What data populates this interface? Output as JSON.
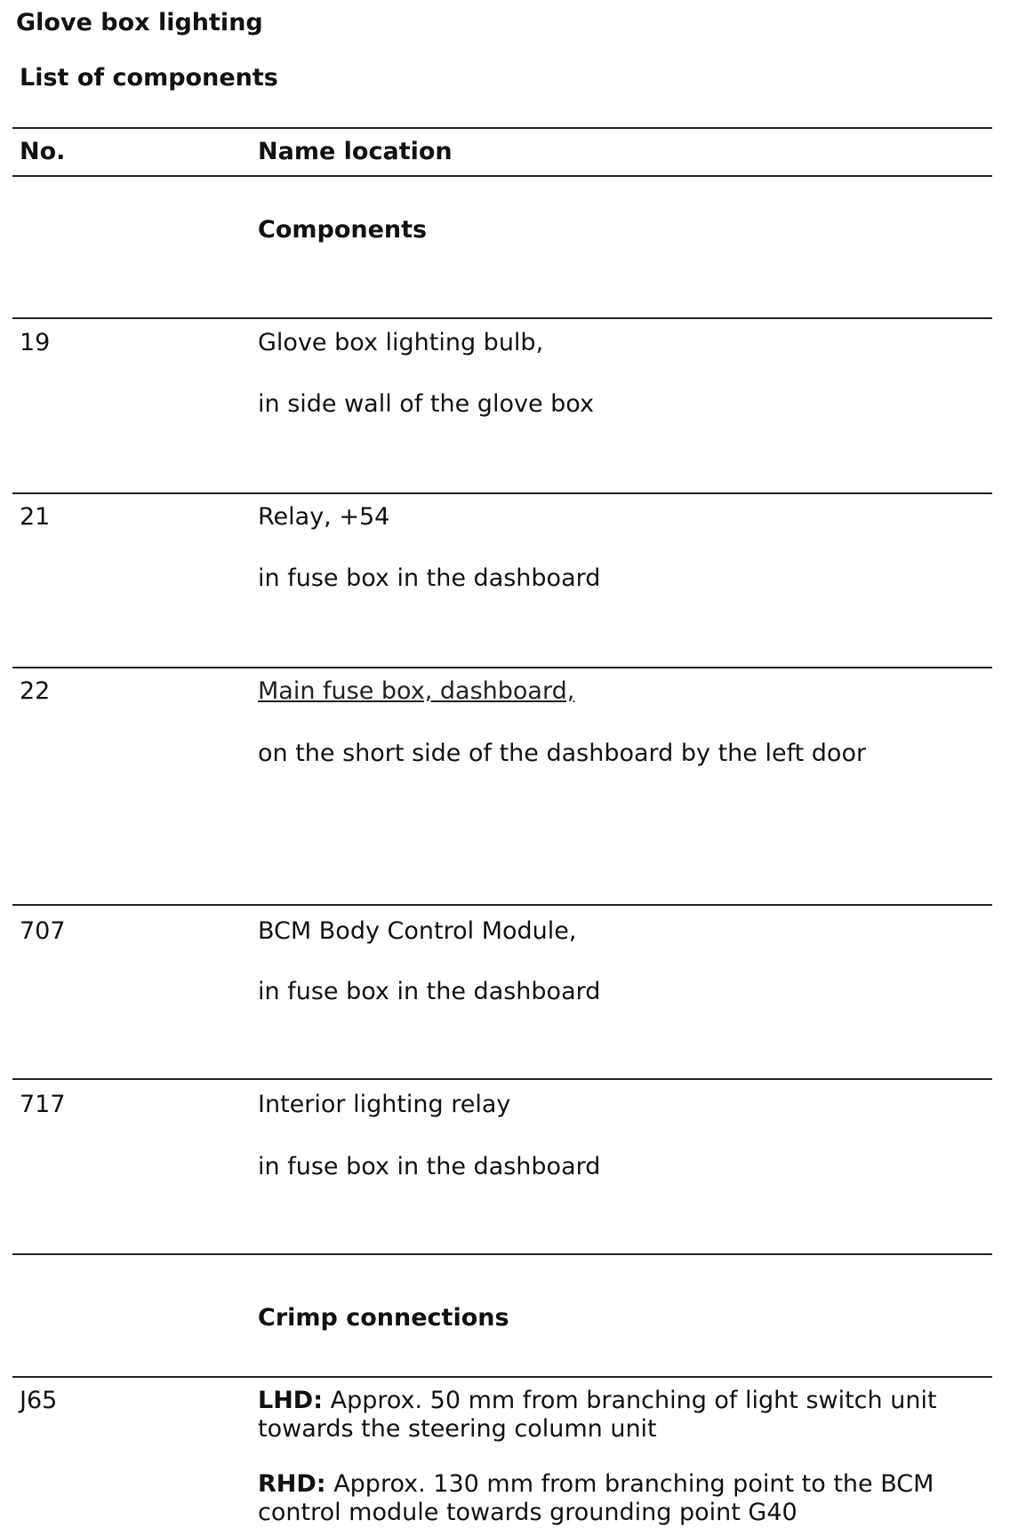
{
  "title": "Glove box lighting",
  "subtitle": "List of components",
  "header": {
    "no": "No.",
    "name_location": "Name location"
  },
  "sections": {
    "components": "Components",
    "crimp": "Crimp connections"
  },
  "rows": [
    {
      "no": "19",
      "name": "Glove box lighting bulb,",
      "location": "in side wall of the glove box"
    },
    {
      "no": "21",
      "name": "Relay, +54",
      "location": "in fuse box in the dashboard"
    },
    {
      "no": "22",
      "name": "Main fuse box, dashboard,",
      "location": "on the short side of the dashboard by the left door"
    },
    {
      "no": "707",
      "name": "BCM Body Control Module,",
      "location": "in fuse box in the dashboard"
    },
    {
      "no": "717",
      "name": "Interior lighting relay",
      "location": "in fuse box in the dashboard"
    }
  ],
  "crimp_rows": [
    {
      "no": "J65",
      "lhd_label": "LHD:",
      "lhd_text": " Approx. 50 mm from branching of light switch unit towards the steering column unit",
      "rhd_label": "RHD:",
      "rhd_text": " Approx. 130 mm from branching point to the BCM control module towards grounding point G40"
    }
  ]
}
